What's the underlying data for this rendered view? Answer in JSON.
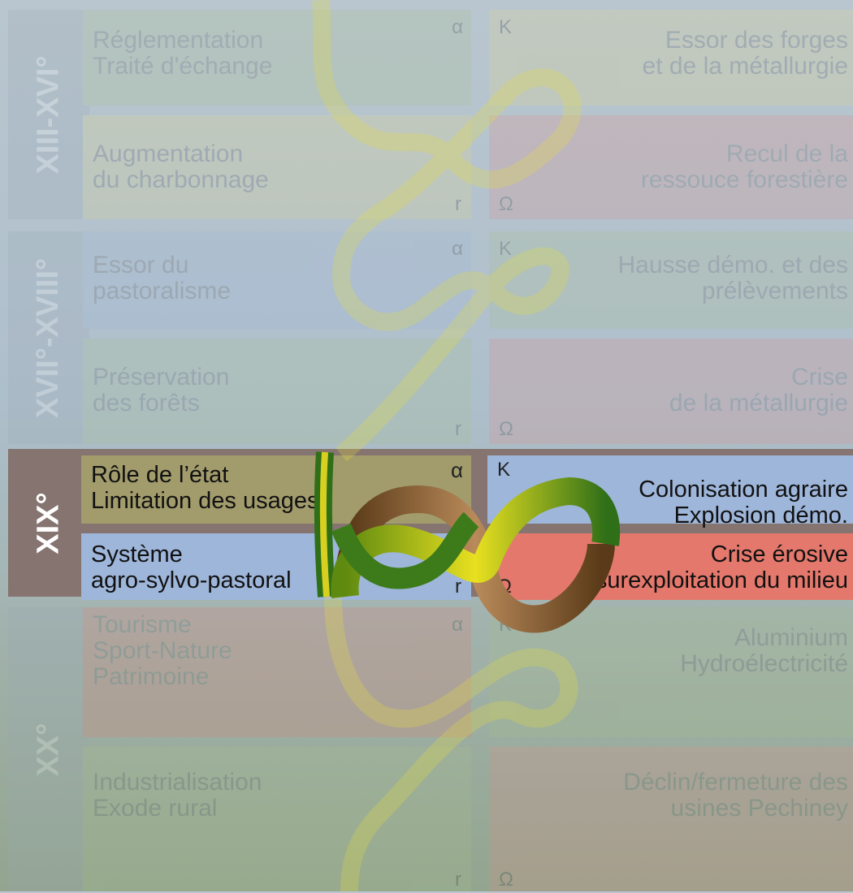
{
  "periods": [
    {
      "label": "XIII-XVI°",
      "alpha_text": "Réglementation\nTraité d'échange",
      "r_text": "Augmentation\ndu charbonnage",
      "kappa_text": "Essor des forges\net de la métallurgie",
      "omega_text": "Recul de la\nressouce forestière"
    },
    {
      "label": "XVII°-XVIII°",
      "alpha_text": "Essor du\npastoralisme",
      "r_text": "Préservation\ndes forêts",
      "kappa_text": "Hausse démo. et des\nprélèvements",
      "omega_text": "Crise\nde la métallurgie"
    },
    {
      "label": "XIX°",
      "alpha_text": "Rôle de l’état\nLimitation des usages",
      "r_text": "Système\nagro-sylvo-pastoral",
      "kappa_text": "Colonisation agraire\nExplosion démo.",
      "omega_text": "Crise érosive\nsurexploitation du milieu"
    },
    {
      "label": "XX°",
      "alpha_text": "Tourisme\nSport-Nature\nPatrimoine",
      "r_text": "Industrialisation\nExode rural",
      "kappa_text": "Aluminium\nHydroélectricité",
      "omega_text": "Déclin/fermeture des\nusines Pechiney"
    }
  ],
  "symbols": {
    "alpha": "α",
    "r": "r",
    "kappa": "K",
    "omega": "Ω"
  },
  "colors": {
    "olive": "#a29c6c",
    "blue": "#9eb6da",
    "red": "#e4786c",
    "ribbon_yellow": "#e8e020",
    "ribbon_green": "#2f6f18",
    "ribbon_brown": "#8a5a30",
    "period_bg_active": "#857470"
  }
}
